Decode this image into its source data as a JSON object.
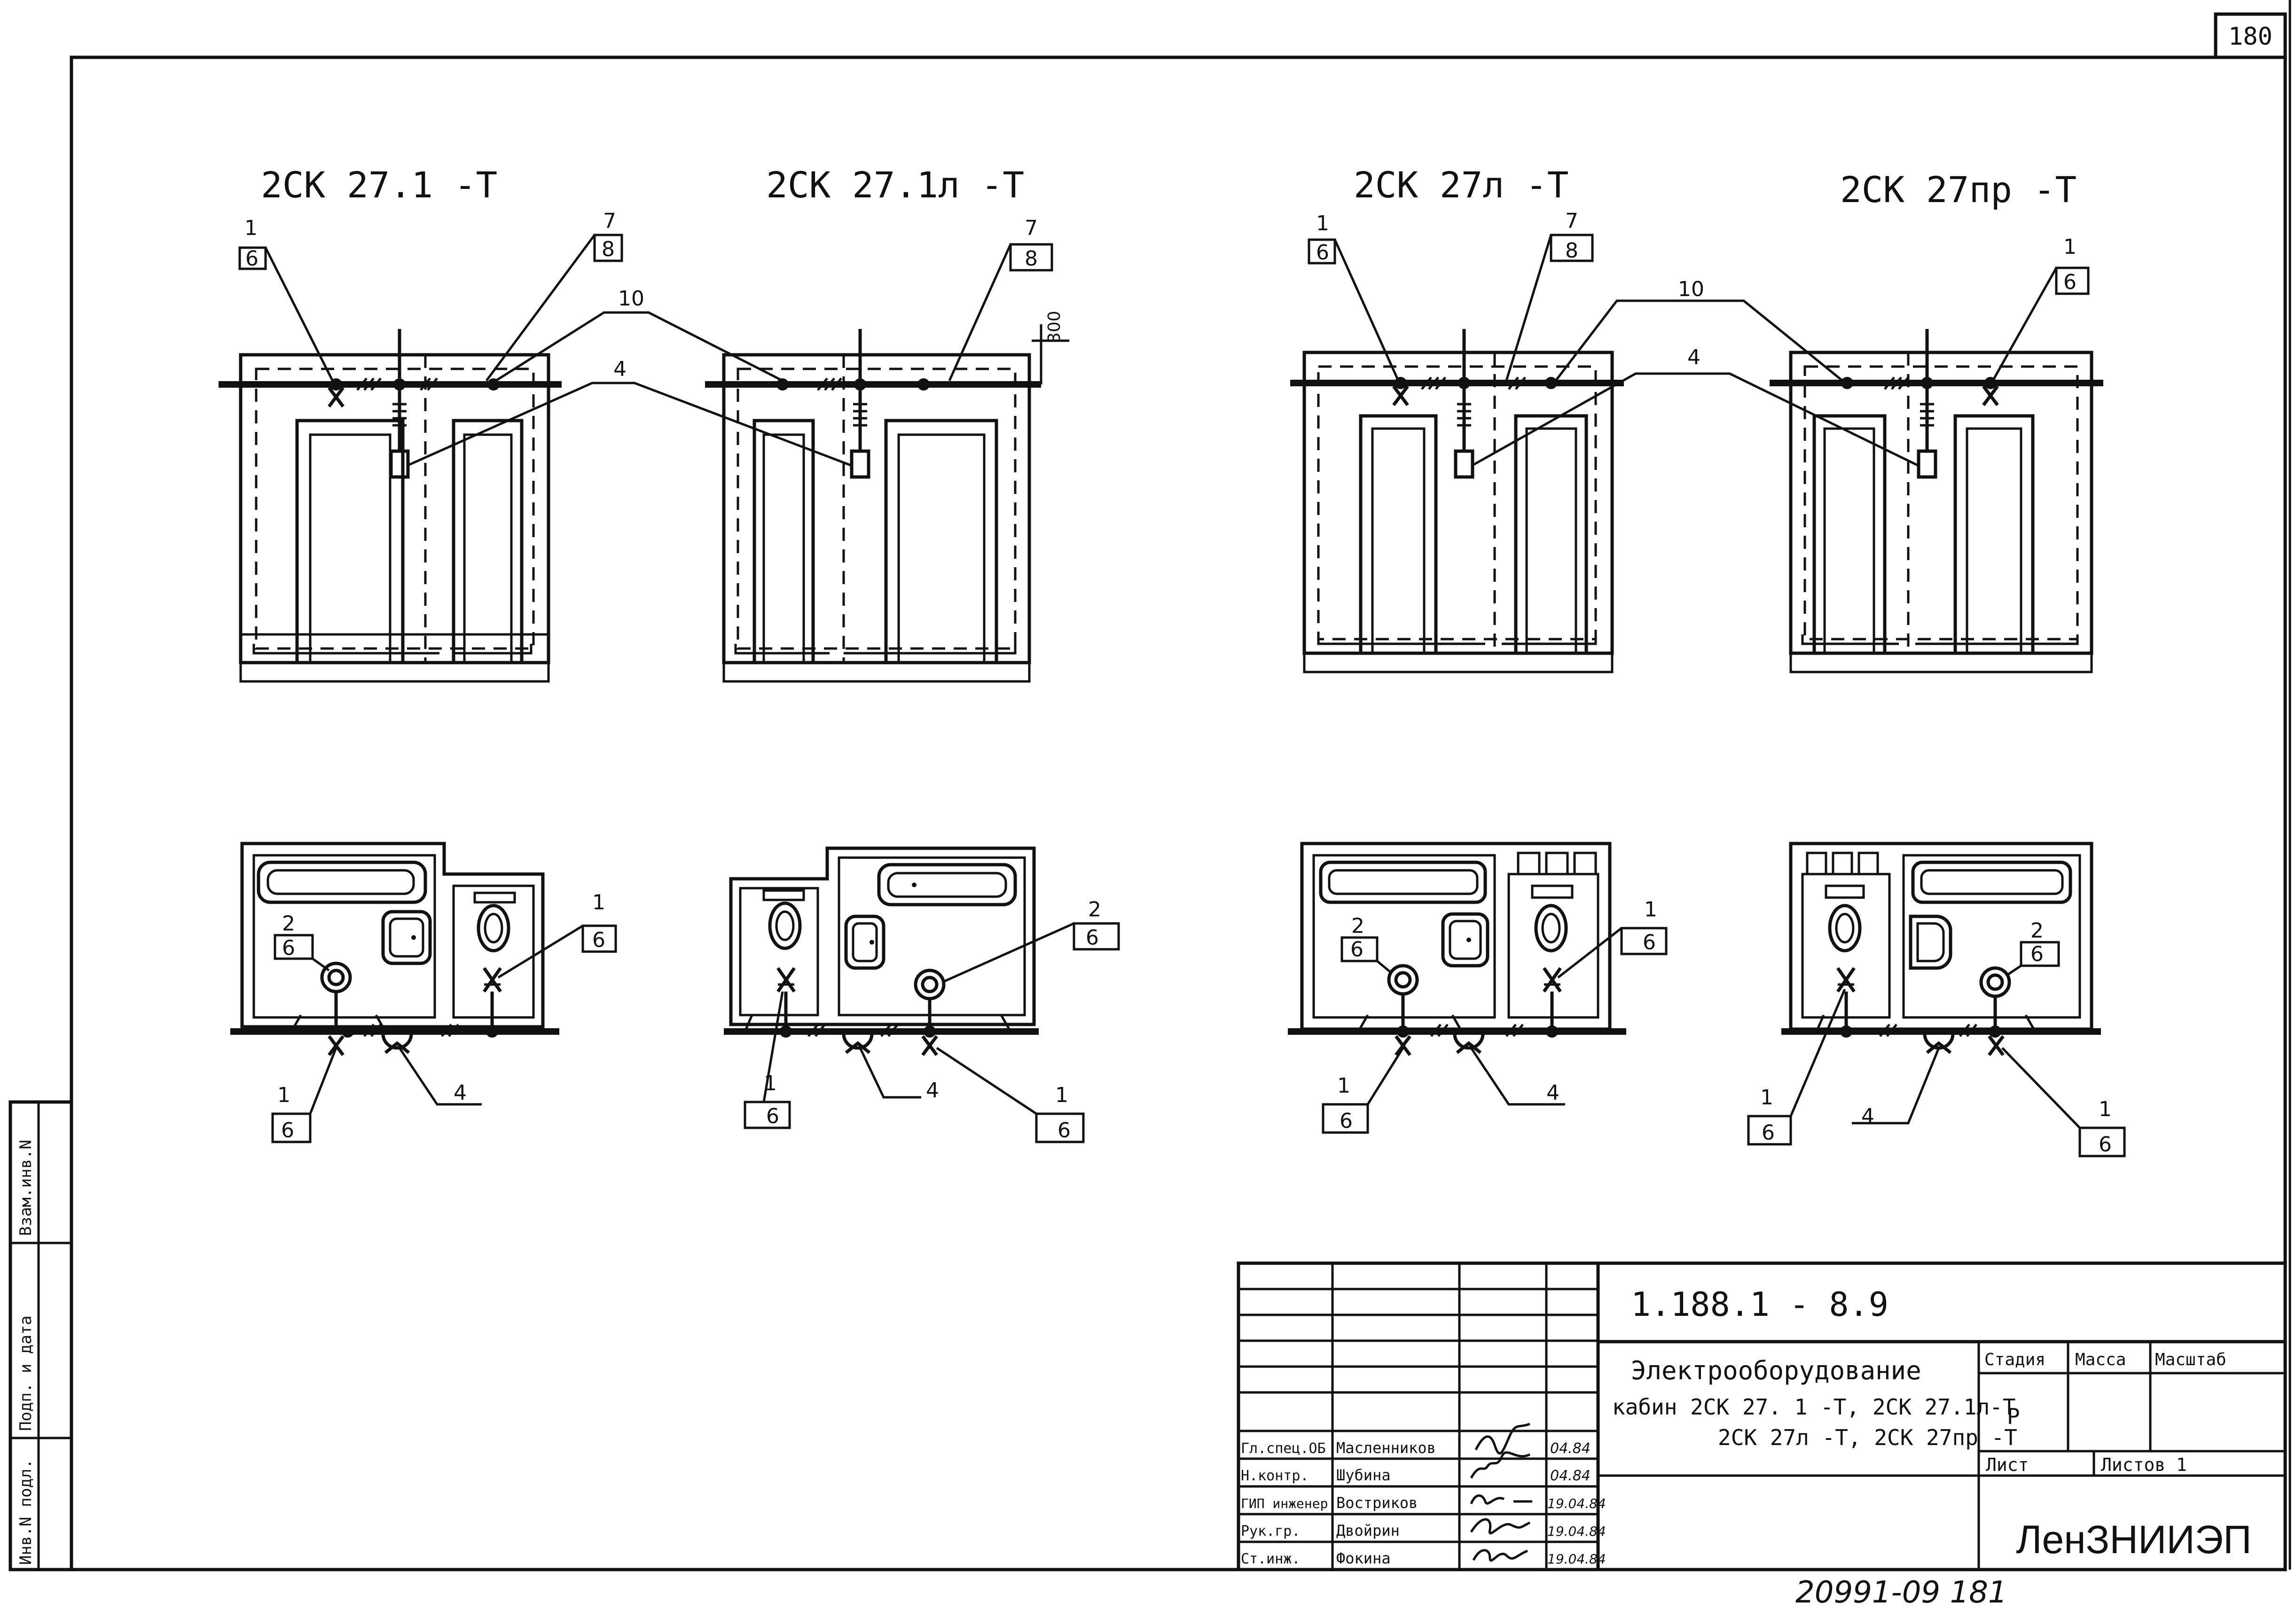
{
  "sheet_number": "180",
  "bottom_stamp": "20991-09 181",
  "left_strip": {
    "cells": [
      "Инв.N подл.",
      "Подп. и дата",
      "Взам.инв.N"
    ]
  },
  "elevations": [
    {
      "title": "2СК 27.1 -Т"
    },
    {
      "title": "2СК 27.1л -Т"
    },
    {
      "title": "2СК 27л -Т"
    },
    {
      "title": "2СК 27пр -Т"
    }
  ],
  "callouts": {
    "top": "1",
    "bottom": "6",
    "seven": "7",
    "eight": "8",
    "ten": "10",
    "four": "4",
    "two": "2",
    "dim_300": "300"
  },
  "title_block": {
    "doc_code": "1.188.1 - 8.9",
    "title_lines": [
      "Электрооборудование",
      "кабин   2СК 27. 1 -Т, 2СК 27.1л-Т",
      "2СК 27л -Т, 2СК 27пр -Т"
    ],
    "col_headers": [
      "Стадия",
      "Масса",
      "Масштаб"
    ],
    "stage": "Р",
    "sheet_label": "Лист",
    "sheets_label": "Листов 1",
    "org": "ЛенЗНИИЭП",
    "staff": [
      {
        "role": "Гл.спец.ОБ",
        "name": "Масленников",
        "date": "04.84"
      },
      {
        "role": "Н.контр.",
        "name": "Шубина",
        "date": "04.84"
      },
      {
        "role": "ГИП инженер",
        "name": "Востриков",
        "date": "19.04.84"
      },
      {
        "role": "Рук.гр.",
        "name": "Двойрин",
        "date": "19.04.84"
      },
      {
        "role": "Ст.инж.",
        "name": "Фокина",
        "date": "19.04.84"
      }
    ]
  }
}
